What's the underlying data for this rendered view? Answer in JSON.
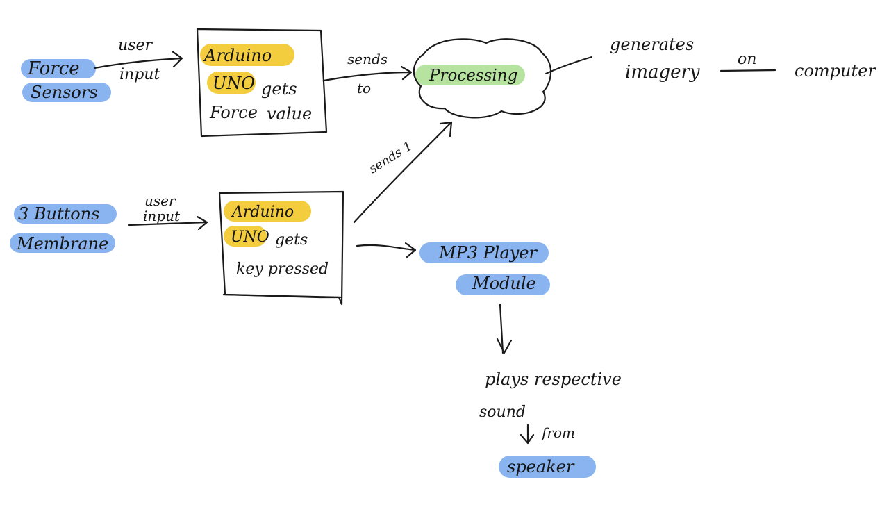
{
  "colors": {
    "blue_highlight": "#8ab4ef",
    "yellow_highlight": "#f3cd3e",
    "green_highlight": "#b7e3a0",
    "ink": "#1a1a1a"
  },
  "nodes": {
    "force_sensors": {
      "line1": "Force",
      "line2": "Sensors"
    },
    "arduino_force": {
      "line1": "Arduino",
      "line2": "UNO",
      "line2b": "gets",
      "line3a": "Force",
      "line3b": "value"
    },
    "processing": {
      "label": "Processing"
    },
    "generates": {
      "line1": "generates",
      "line2": "imagery"
    },
    "on": {
      "label": "on"
    },
    "computer": {
      "label": "computer"
    },
    "buttons": {
      "line1": "3 Buttons",
      "line2": "Membrane"
    },
    "arduino_keys": {
      "line1": "Arduino",
      "line2": "UNO",
      "line2b": "gets",
      "line3": "key pressed"
    },
    "mp3": {
      "line1": "MP3 Player",
      "line2": "Module"
    },
    "plays": {
      "line1": "plays respective",
      "line2": "sound"
    },
    "from": {
      "label": "from"
    },
    "speaker": {
      "label": "speaker"
    }
  },
  "edges": {
    "user_input_1": {
      "line1": "user",
      "line2": "input"
    },
    "sends_to": {
      "line1": "sends",
      "line2": "to"
    },
    "user_input_2": {
      "line1": "user",
      "line2": "input"
    },
    "sends_1": {
      "label": "sends 1"
    }
  }
}
